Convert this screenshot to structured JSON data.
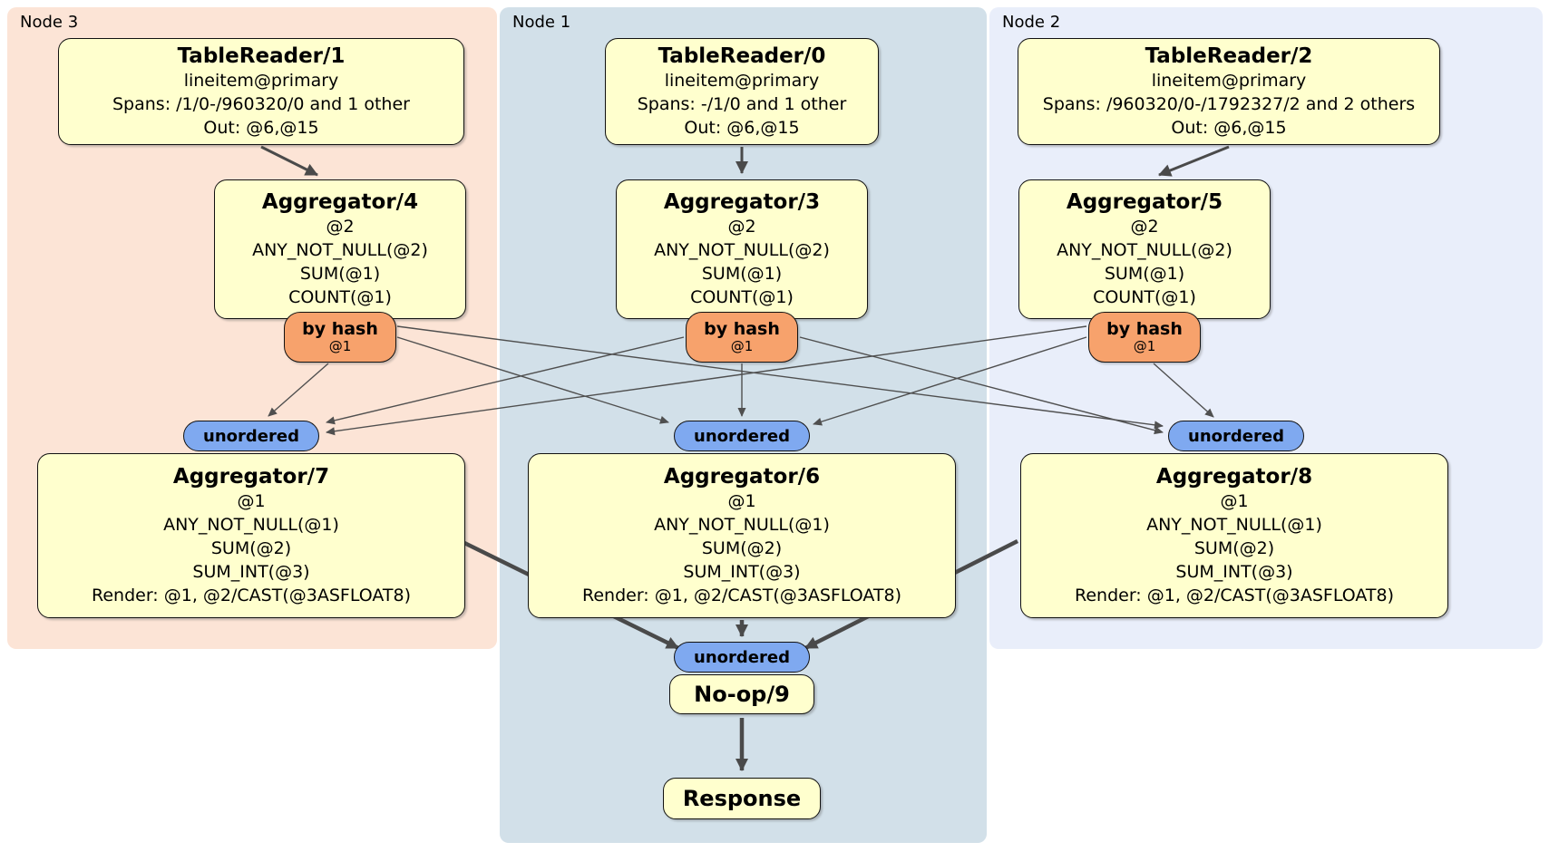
{
  "regions": {
    "node3": {
      "label": "Node 3",
      "bg": "#fce4d6"
    },
    "node1": {
      "label": "Node 1",
      "bg": "#d2e0e9"
    },
    "node2": {
      "label": "Node 2",
      "bg": "#e9eefa"
    }
  },
  "colors": {
    "processor_fill": "#ffffce",
    "router_fill": "#f7a26c",
    "sync_fill": "#7fa9f0",
    "edge": "#4a4a4a"
  },
  "processors": {
    "tr1": {
      "title": "TableReader/1",
      "lines": [
        "lineitem@primary",
        "Spans: /1/0-/960320/0 and 1 other",
        "Out: @6,@15"
      ]
    },
    "tr0": {
      "title": "TableReader/0",
      "lines": [
        "lineitem@primary",
        "Spans: -/1/0 and 1 other",
        "Out: @6,@15"
      ]
    },
    "tr2": {
      "title": "TableReader/2",
      "lines": [
        "lineitem@primary",
        "Spans: /960320/0-/1792327/2 and 2 others",
        "Out: @6,@15"
      ]
    },
    "agg4": {
      "title": "Aggregator/4",
      "lines": [
        "@2",
        "ANY_NOT_NULL(@2)",
        "SUM(@1)",
        "COUNT(@1)"
      ]
    },
    "agg3": {
      "title": "Aggregator/3",
      "lines": [
        "@2",
        "ANY_NOT_NULL(@2)",
        "SUM(@1)",
        "COUNT(@1)"
      ]
    },
    "agg5": {
      "title": "Aggregator/5",
      "lines": [
        "@2",
        "ANY_NOT_NULL(@2)",
        "SUM(@1)",
        "COUNT(@1)"
      ]
    },
    "agg7": {
      "title": "Aggregator/7",
      "lines": [
        "@1",
        "ANY_NOT_NULL(@1)",
        "SUM(@2)",
        "SUM_INT(@3)",
        "Render: @1, @2/CAST(@3ASFLOAT8)"
      ]
    },
    "agg6": {
      "title": "Aggregator/6",
      "lines": [
        "@1",
        "ANY_NOT_NULL(@1)",
        "SUM(@2)",
        "SUM_INT(@3)",
        "Render: @1, @2/CAST(@3ASFLOAT8)"
      ]
    },
    "agg8": {
      "title": "Aggregator/8",
      "lines": [
        "@1",
        "ANY_NOT_NULL(@1)",
        "SUM(@2)",
        "SUM_INT(@3)",
        "Render: @1, @2/CAST(@3ASFLOAT8)"
      ]
    },
    "noop": {
      "title": "No-op/9"
    },
    "response": {
      "title": "Response"
    }
  },
  "routers": {
    "n3": {
      "label": "by hash",
      "sub": "@1"
    },
    "n1": {
      "label": "by hash",
      "sub": "@1"
    },
    "n2": {
      "label": "by hash",
      "sub": "@1"
    }
  },
  "syncs": {
    "n3": {
      "label": "unordered"
    },
    "n1": {
      "label": "unordered"
    },
    "n2": {
      "label": "unordered"
    },
    "final": {
      "label": "unordered"
    }
  }
}
